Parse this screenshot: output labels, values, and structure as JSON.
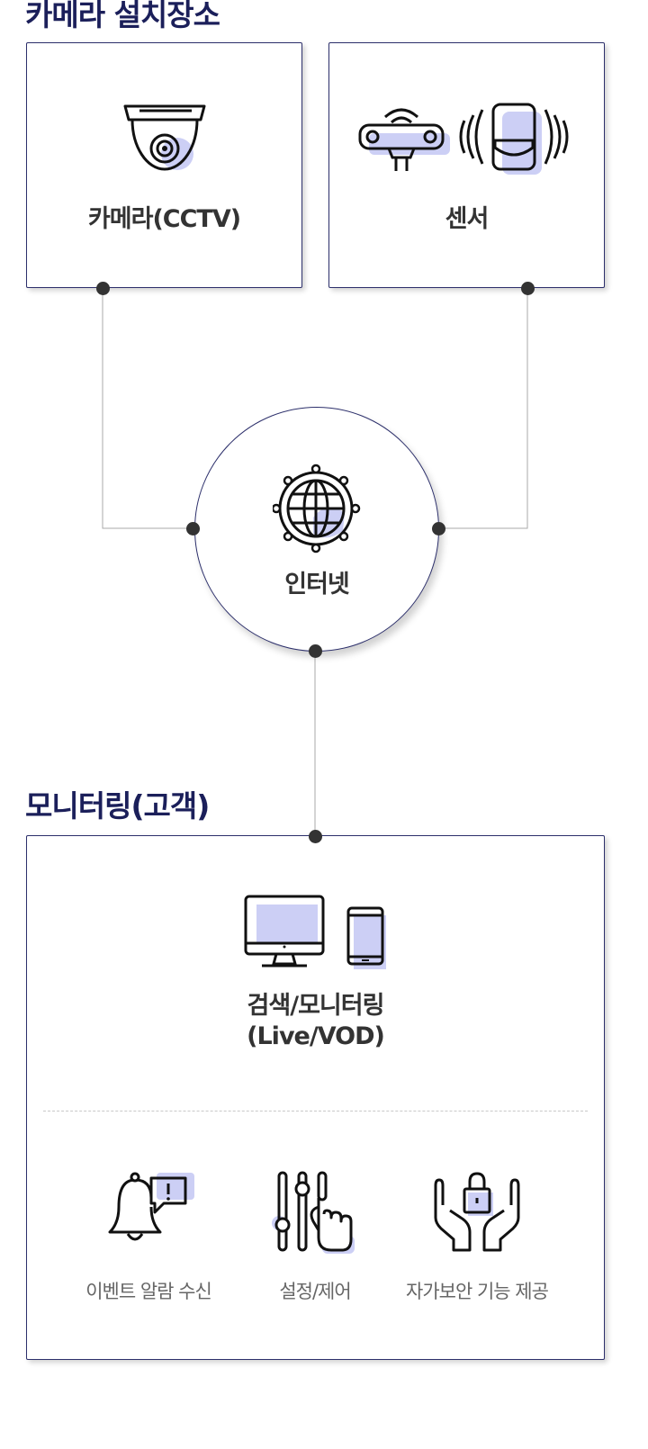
{
  "sections": {
    "install_site_title": "카메라 설치장소",
    "monitoring_title": "모니터링(고객)"
  },
  "nodes": {
    "camera": {
      "label": "카메라(CCTV)",
      "icon": "dome-camera-icon"
    },
    "sensor": {
      "label": "센서",
      "icon": "sensor-icon"
    },
    "internet": {
      "label": "인터넷",
      "icon": "globe-icon"
    },
    "monitoring": {
      "label_line1": "검색/모니터링",
      "label_line2": "(Live/VOD)",
      "icon": "monitor-phone-icon"
    }
  },
  "features": [
    {
      "label": "이벤트 알람 수신",
      "icon": "bell-alert-icon"
    },
    {
      "label": "설정/제어",
      "icon": "slider-control-icon"
    },
    {
      "label": "자가보안 기능 제공",
      "icon": "hands-lock-icon"
    }
  ],
  "colors": {
    "heading": "#1b1f5a",
    "border": "#2c2f6b",
    "accent_fill": "#cccff5",
    "connector": "#999999",
    "dot": "#333333"
  }
}
